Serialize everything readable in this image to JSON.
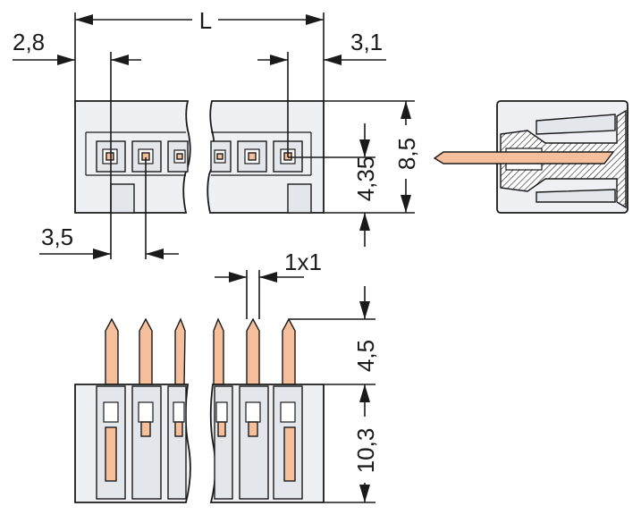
{
  "dimensions": {
    "length_label": "L",
    "offset_left": "2,8",
    "offset_right": "3,1",
    "pitch": "3,5",
    "pin_section": "1x1",
    "height": "8,5",
    "pin_center_height": "4,35",
    "pin_length_above": "4,5",
    "body_height": "10,3"
  },
  "colors": {
    "body_fill": "#eef0f3",
    "pin_fill": "#f4bf9a",
    "line": "#1a1a1a"
  }
}
